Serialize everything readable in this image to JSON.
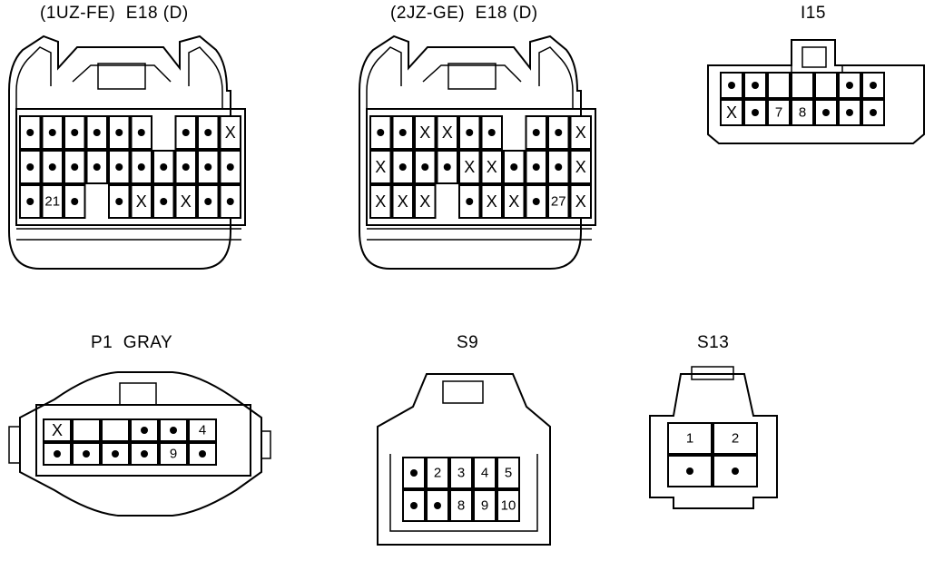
{
  "connectors": [
    {
      "id": "e18-1uz",
      "label": "(1UZ-FE)  E18 (D)",
      "rows": [
        [
          "•",
          "•",
          "•",
          "•",
          "•",
          "•",
          "|",
          "•",
          "•",
          "X"
        ],
        [
          "•",
          "•",
          "•",
          "•",
          "•",
          "•",
          "•",
          "•",
          "•",
          "•"
        ],
        [
          "•",
          "21",
          "•",
          "|",
          "•",
          "X",
          "•",
          "X",
          "•",
          "•"
        ]
      ]
    },
    {
      "id": "e18-2jz",
      "label": "(2JZ-GE)  E18 (D)",
      "rows": [
        [
          "•",
          "•",
          "X",
          "X",
          "•",
          "•",
          "|",
          "•",
          "•",
          "X"
        ],
        [
          "X",
          "•",
          "•",
          "•",
          "X",
          "X",
          "•",
          "•",
          "•",
          "X"
        ],
        [
          "X",
          "X",
          "X",
          "|",
          "•",
          "X",
          "X",
          "•",
          "27",
          "X"
        ]
      ]
    },
    {
      "id": "i15",
      "label": "I15",
      "rows": [
        [
          "•",
          "•",
          "",
          "",
          "",
          "•",
          "•"
        ],
        [
          "X",
          "•",
          "7",
          "8",
          "•",
          "•",
          "•"
        ]
      ]
    },
    {
      "id": "p1",
      "label": "P1  GRAY",
      "rows": [
        [
          "X",
          "",
          "",
          "•",
          "•",
          "4"
        ],
        [
          "•",
          "•",
          "•",
          "•",
          "9",
          "•"
        ]
      ]
    },
    {
      "id": "s9",
      "label": "S9",
      "rows": [
        [
          "•",
          "2",
          "3",
          "4",
          "5"
        ],
        [
          "•",
          "•",
          "8",
          "9",
          "10"
        ]
      ]
    },
    {
      "id": "s13",
      "label": "S13",
      "rows": [
        [
          "1",
          "2"
        ],
        [
          "•",
          "•"
        ]
      ]
    }
  ]
}
